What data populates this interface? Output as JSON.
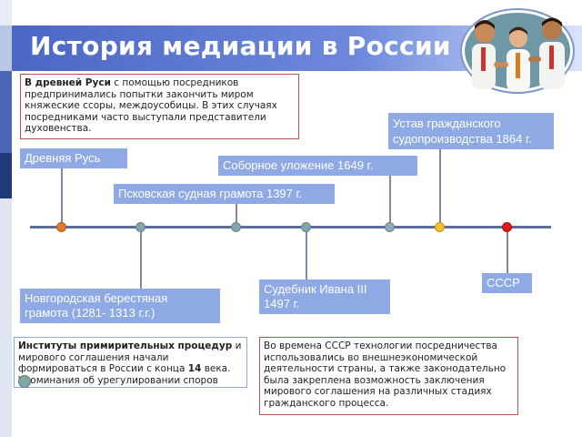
{
  "slide": {
    "title": "История медиации в России",
    "intro_note": {
      "bold": "В древней Руси",
      "text": " с помощью посредников предпринимались попытки закончить миром княжеские ссоры, междоусобицы. В этих случаях посредниками часто выступали представители духовенства."
    },
    "events": {
      "ancient_rus": "Древняя Русь",
      "pskov": "Псковская судная грамота 1397 г.",
      "sobornoe": "Соборное уложение 1649 г.",
      "ustav_line1": "Устав гражданского",
      "ustav_line2": "судопроизводства 1864 г.",
      "novgorod_line1": "Новгородская берестяная",
      "novgorod_line2": "грамота (1281- 1313 г.г.)",
      "sudebnik_line1": "Судебник Ивана III",
      "sudebnik_line2": "1497 г.",
      "ussr": "СССР"
    },
    "institutes_note": {
      "bold": "Институты примирительных процедур",
      "text1": " и мирового соглашения начали формироваться в России с конца ",
      "century": "14",
      "text2": " века. Упоминания об урегулировании споров путем мирного соглашения встречаются в"
    },
    "ussr_note": "Во времена СССР технологии посредничества использовались во внешнеэкономической деятельности страны, а также законодательно была закреплена возможность заключения мирового соглашения на различных стадиях гражданского процесса.",
    "colors": {
      "title_band": "#4a67c4",
      "label_bg": "#8ea9e3",
      "note_border": "#c0504d",
      "dot_orange": "#e07a2e",
      "dot_teal": "#7fa7a3",
      "dot_yellow": "#f6c02e",
      "dot_red": "#e01919"
    },
    "icons": [
      "business-people-illustration"
    ]
  }
}
